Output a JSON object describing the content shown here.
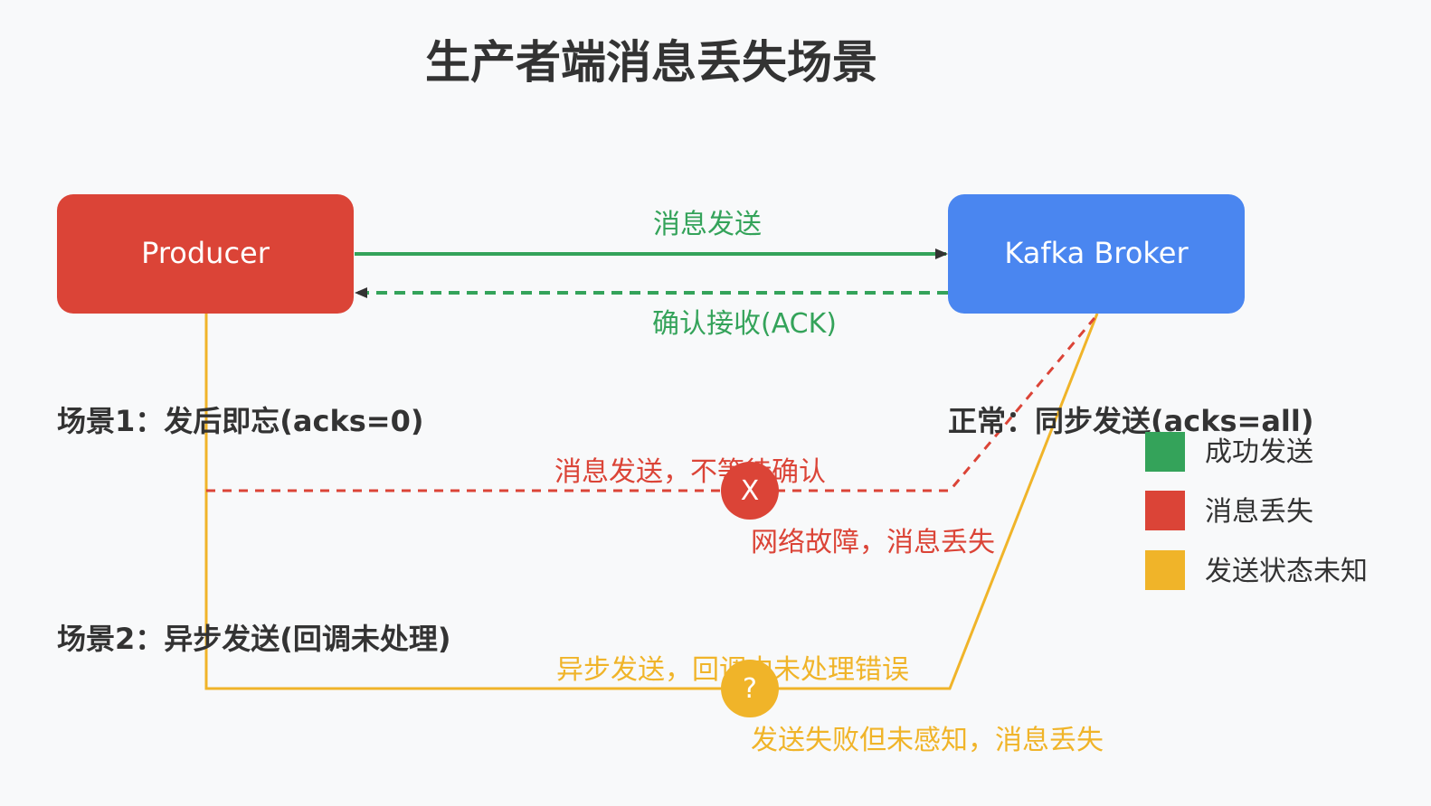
{
  "title": "生产者端消息丢失场景",
  "nodes": {
    "producer": "Producer",
    "broker": "Kafka Broker"
  },
  "edges": {
    "send": "消息发送",
    "ack": "确认接收(ACK)"
  },
  "scenarios": {
    "scenario1": "场景1：发后即忘(acks=0)",
    "normal": "正常：同步发送(acks=all)",
    "scenario2": "场景2：异步发送(回调未处理)"
  },
  "scenario1_path": {
    "label": "消息发送，不等待确认",
    "marker": "X",
    "note": "网络故障，消息丢失"
  },
  "scenario2_path": {
    "label": "异步发送，回调中未处理错误",
    "marker": "?",
    "note": "发送失败但未感知，消息丢失"
  },
  "legend": [
    {
      "label": "成功发送",
      "color": "#34a35a"
    },
    {
      "label": "消息丢失",
      "color": "#db4437"
    },
    {
      "label": "发送状态未知",
      "color": "#f0b429"
    }
  ],
  "colors": {
    "producer": "#db4437",
    "broker": "#4a86f0",
    "success": "#34a35a",
    "loss": "#db4437",
    "unknown": "#f0b429"
  }
}
